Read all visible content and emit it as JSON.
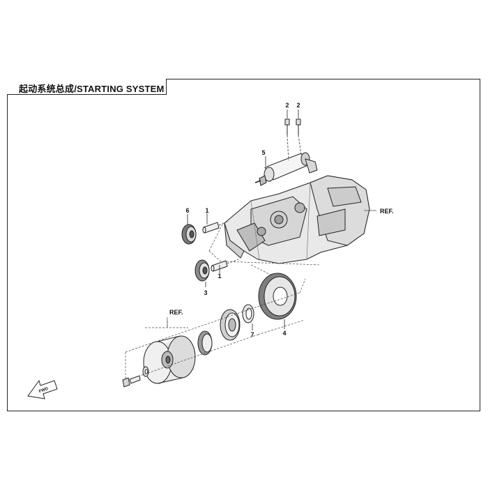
{
  "title": "起动系统总成/STARTING SYSTEM",
  "callouts": {
    "c1_top": "1",
    "c1_bottom": "1",
    "c2_left": "2",
    "c2_right": "2",
    "c3": "3",
    "c4": "4",
    "c5": "5",
    "c6": "6",
    "c7": "7"
  },
  "ref_labels": {
    "engine": "REF.",
    "flywheel": "REF."
  },
  "fwd_label": "FWD"
}
